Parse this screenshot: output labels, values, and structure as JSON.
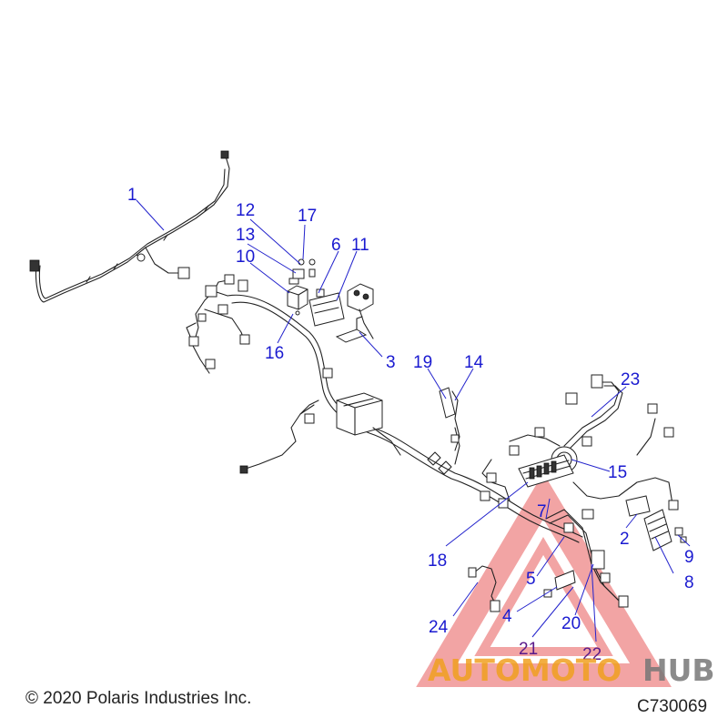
{
  "callouts": [
    {
      "id": "c1",
      "label": "1"
    },
    {
      "id": "c2",
      "label": "2"
    },
    {
      "id": "c3",
      "label": "3"
    },
    {
      "id": "c4",
      "label": "4"
    },
    {
      "id": "c5",
      "label": "5"
    },
    {
      "id": "c6",
      "label": "6"
    },
    {
      "id": "c7",
      "label": "7"
    },
    {
      "id": "c8",
      "label": "8"
    },
    {
      "id": "c9",
      "label": "9"
    },
    {
      "id": "c10",
      "label": "10"
    },
    {
      "id": "c11",
      "label": "11"
    },
    {
      "id": "c12",
      "label": "12"
    },
    {
      "id": "c13",
      "label": "13"
    },
    {
      "id": "c14",
      "label": "14"
    },
    {
      "id": "c15",
      "label": "15"
    },
    {
      "id": "c16",
      "label": "16"
    },
    {
      "id": "c17",
      "label": "17"
    },
    {
      "id": "c18",
      "label": "18"
    },
    {
      "id": "c19",
      "label": "19"
    },
    {
      "id": "c20",
      "label": "20"
    },
    {
      "id": "c21",
      "label": "21"
    },
    {
      "id": "c22",
      "label": "22"
    },
    {
      "id": "c23",
      "label": "23"
    },
    {
      "id": "c24",
      "label": "24"
    }
  ],
  "copyright": "© 2020 Polaris Industries Inc.",
  "figure_id": "C730069",
  "watermark": {
    "part1": "AUTOMOTO",
    "part2": "HUB",
    "color_primary": "#f0a020",
    "color_secondary": "#777777",
    "triangle_color": "#e85a5a"
  },
  "colors": {
    "callout": "#1a1ad0",
    "leader": "#2222cc",
    "linework": "#222222"
  }
}
